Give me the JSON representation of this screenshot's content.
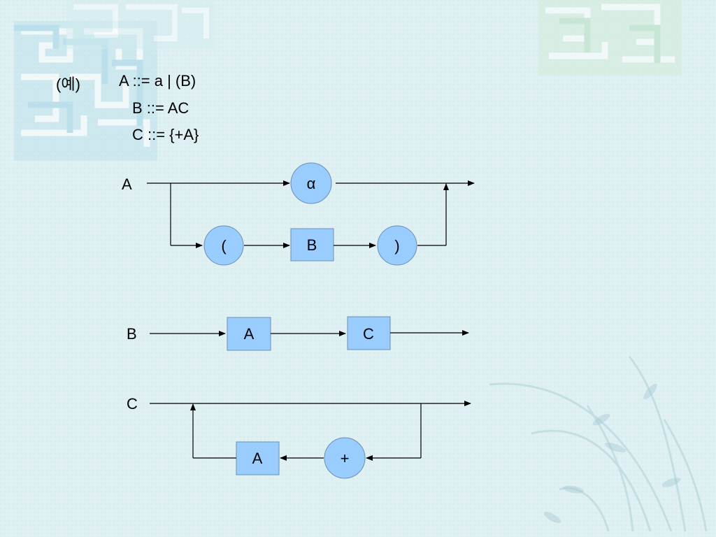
{
  "example_label": "(예)",
  "grammar": [
    "A ::= a | (B)",
    "B ::= AC",
    "C ::= {+A}"
  ],
  "diagram_a": {
    "label": "A",
    "circle_alpha": "α",
    "circle_open": "(",
    "box_b": "B",
    "circle_close": ")"
  },
  "diagram_b": {
    "label": "B",
    "box_a": "A",
    "box_c": "C"
  },
  "diagram_c": {
    "label": "C",
    "box_a": "A",
    "circle_plus": "+"
  },
  "colors": {
    "background": "#dff0f3",
    "node_fill": "#99ccff",
    "node_stroke": "#6b8fb0",
    "line": "#000000"
  }
}
